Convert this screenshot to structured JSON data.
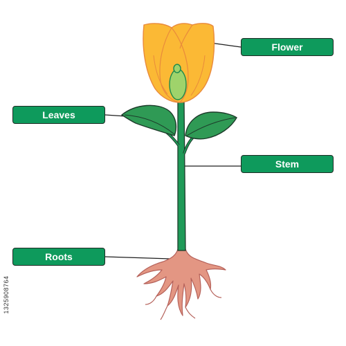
{
  "labels": {
    "flower": "Flower",
    "leaves": "Leaves",
    "stem": "Stem",
    "roots": "Roots"
  },
  "side_id": "1325908764",
  "colors": {
    "label_bg": "#0e9a5c",
    "petal": "#fbb935",
    "petal_outline": "#e98a3c",
    "stem": "#1f9a58",
    "leaf": "#2f9a55",
    "root": "#e39683",
    "root_outline": "#b5615a",
    "bud": "#9fd36b",
    "outline": "#1d3a2a"
  }
}
